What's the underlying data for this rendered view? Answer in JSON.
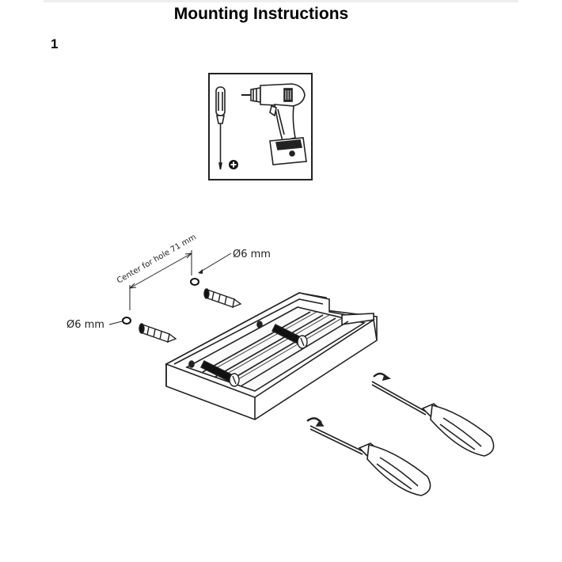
{
  "header": {
    "title": "Mounting Instructions"
  },
  "step": {
    "number": "1"
  },
  "tools": {
    "items": [
      "screwdriver-icon",
      "drill-icon",
      "plus-icon"
    ]
  },
  "assembly": {
    "hole_diameter_top": "Ø6 mm",
    "hole_diameter_left": "Ø6 mm",
    "center_distance": "Center for hole 71 mm"
  },
  "colors": {
    "ink": "#222222",
    "accent_dark": "#000000"
  }
}
